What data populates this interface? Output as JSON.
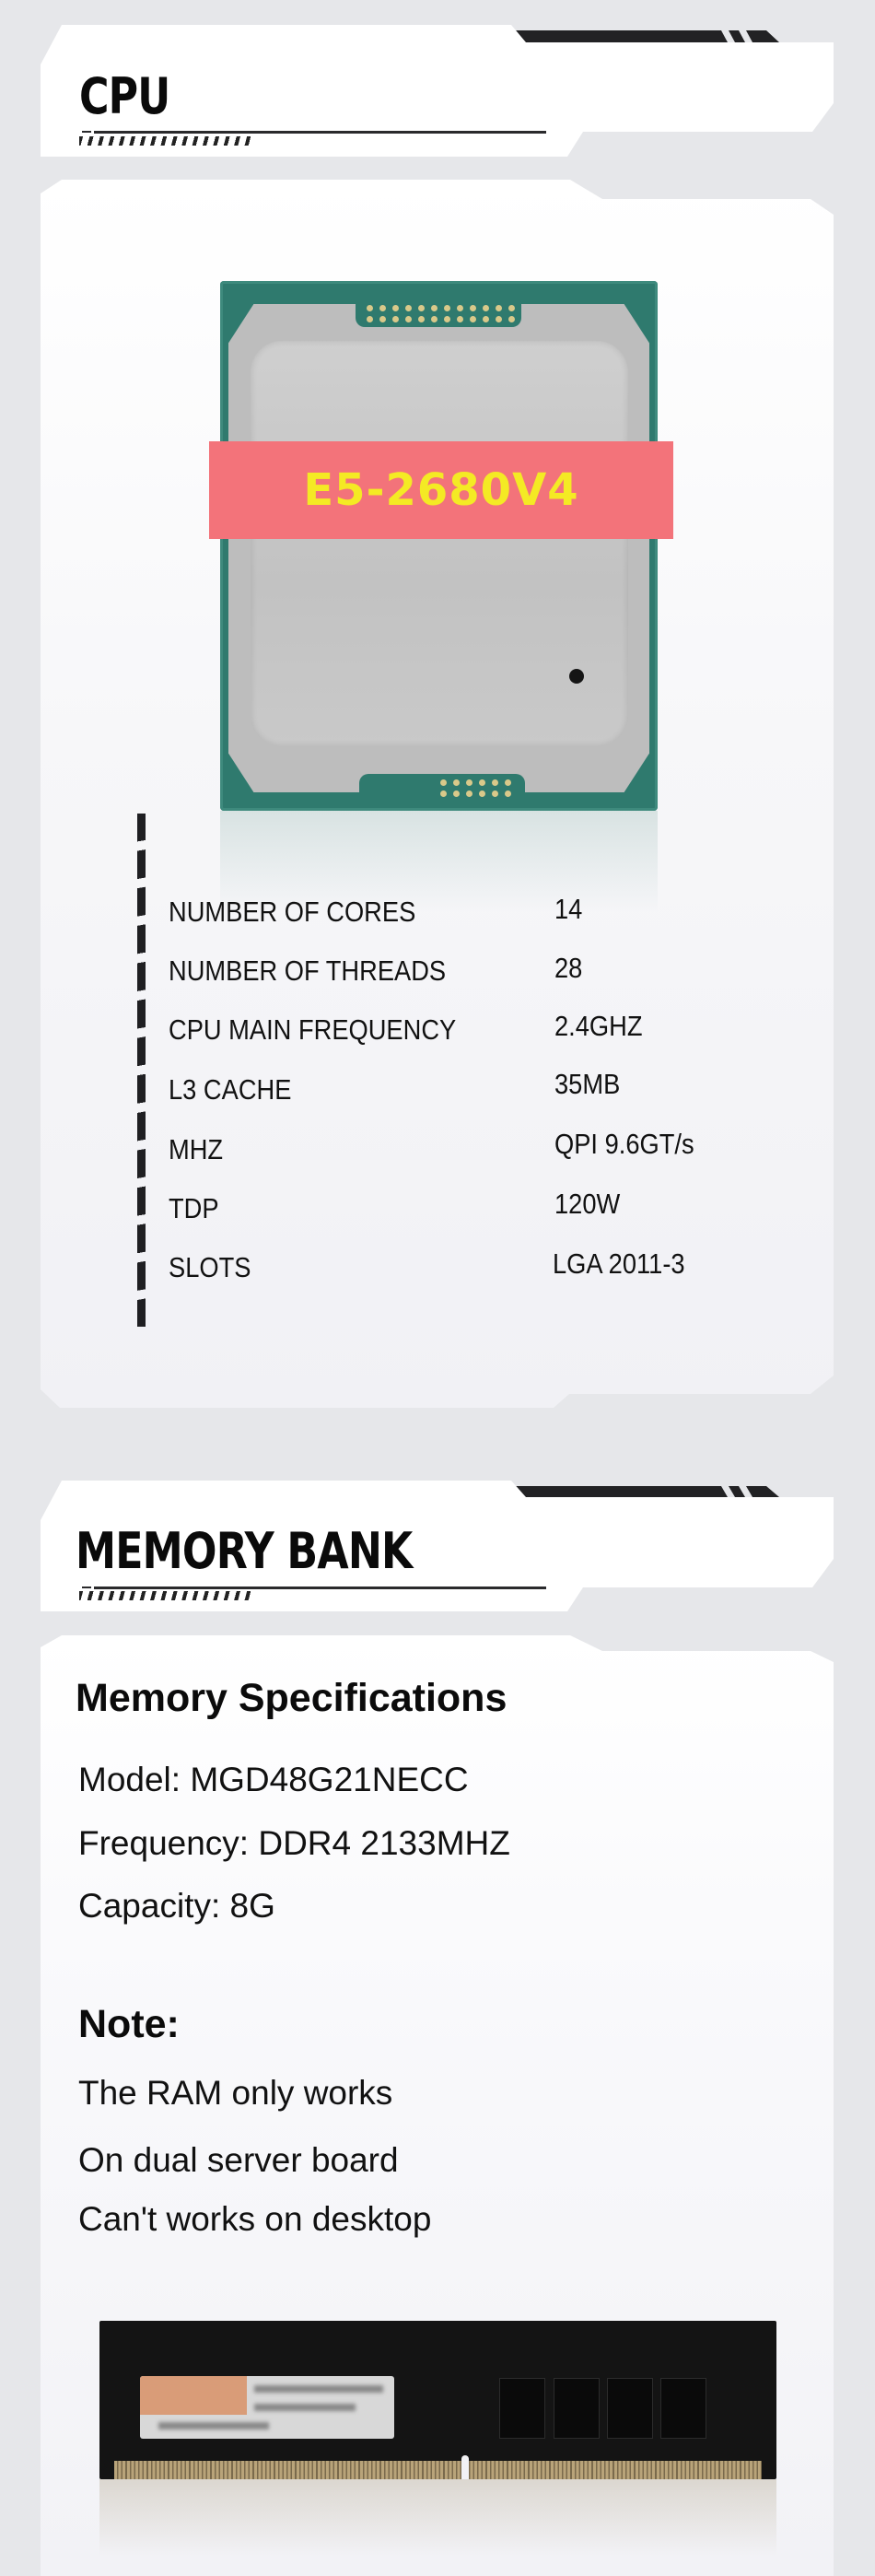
{
  "cpu_section": {
    "title": "CPU",
    "product_label": "E5-2680V4",
    "product_image": "cpu-chip-image",
    "specs": [
      {
        "label": "NUMBER OF CORES",
        "value": "14"
      },
      {
        "label": "NUMBER OF THREADS",
        "value": "28"
      },
      {
        "label": "CPU MAIN FREQUENCY",
        "value": "2.4GHZ"
      },
      {
        "label": "L3 CACHE",
        "value": "35MB"
      },
      {
        "label": "MHZ",
        "value": "QPI 9.6GT/s"
      },
      {
        "label": "TDP",
        "value": "120W"
      },
      {
        "label": "SLOTS",
        "value": "LGA 2011-3"
      }
    ]
  },
  "memory_section": {
    "title": "MEMORY BANK",
    "specs_heading": "Memory Specifications",
    "specs": [
      {
        "text": "Model: MGD48G21NECC"
      },
      {
        "text": "Frequency: DDR4 2133MHZ"
      },
      {
        "text": "Capacity: 8G"
      }
    ],
    "note_heading": "Note:",
    "note_lines": [
      "The RAM only works",
      "On dual server board",
      "Can't works on desktop"
    ],
    "product_image": "ram-module-image"
  },
  "colors": {
    "background": "#e6e7ea",
    "card": "#ffffff",
    "accent_dark": "#222224",
    "label_red": "#f3737a",
    "label_yellow": "#f4ea24"
  }
}
